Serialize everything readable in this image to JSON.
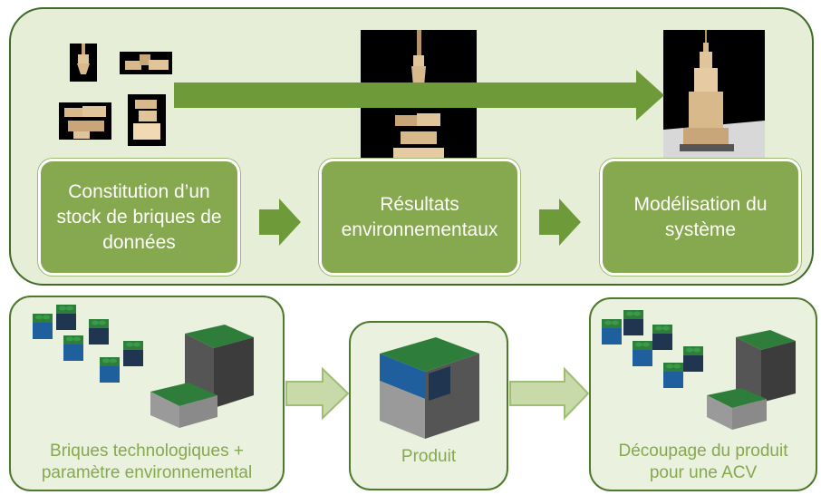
{
  "colors": {
    "panel_fill": "#e6eed8",
    "panel_border": "#3f6a28",
    "step_fill": "#86a84e",
    "arrow_green": "#6e9a3a",
    "caption_text": "#86a84e"
  },
  "top_flow": {
    "steps": [
      {
        "label": "Constitution d’un\nstock de briques de\ndonnées"
      },
      {
        "label": "Résultats\nenvironnementaux"
      },
      {
        "label": "Modélisation du\nsystème"
      }
    ]
  },
  "bottom_flow": {
    "stages": [
      {
        "caption": "Briques technologiques +\nparamètre environnemental",
        "icon": "lego-bricks"
      },
      {
        "caption": "Produit",
        "icon": "assembled-lego-product"
      },
      {
        "caption": "Découpage du produit\npour une ACV",
        "icon": "lego-bricks"
      }
    ]
  }
}
